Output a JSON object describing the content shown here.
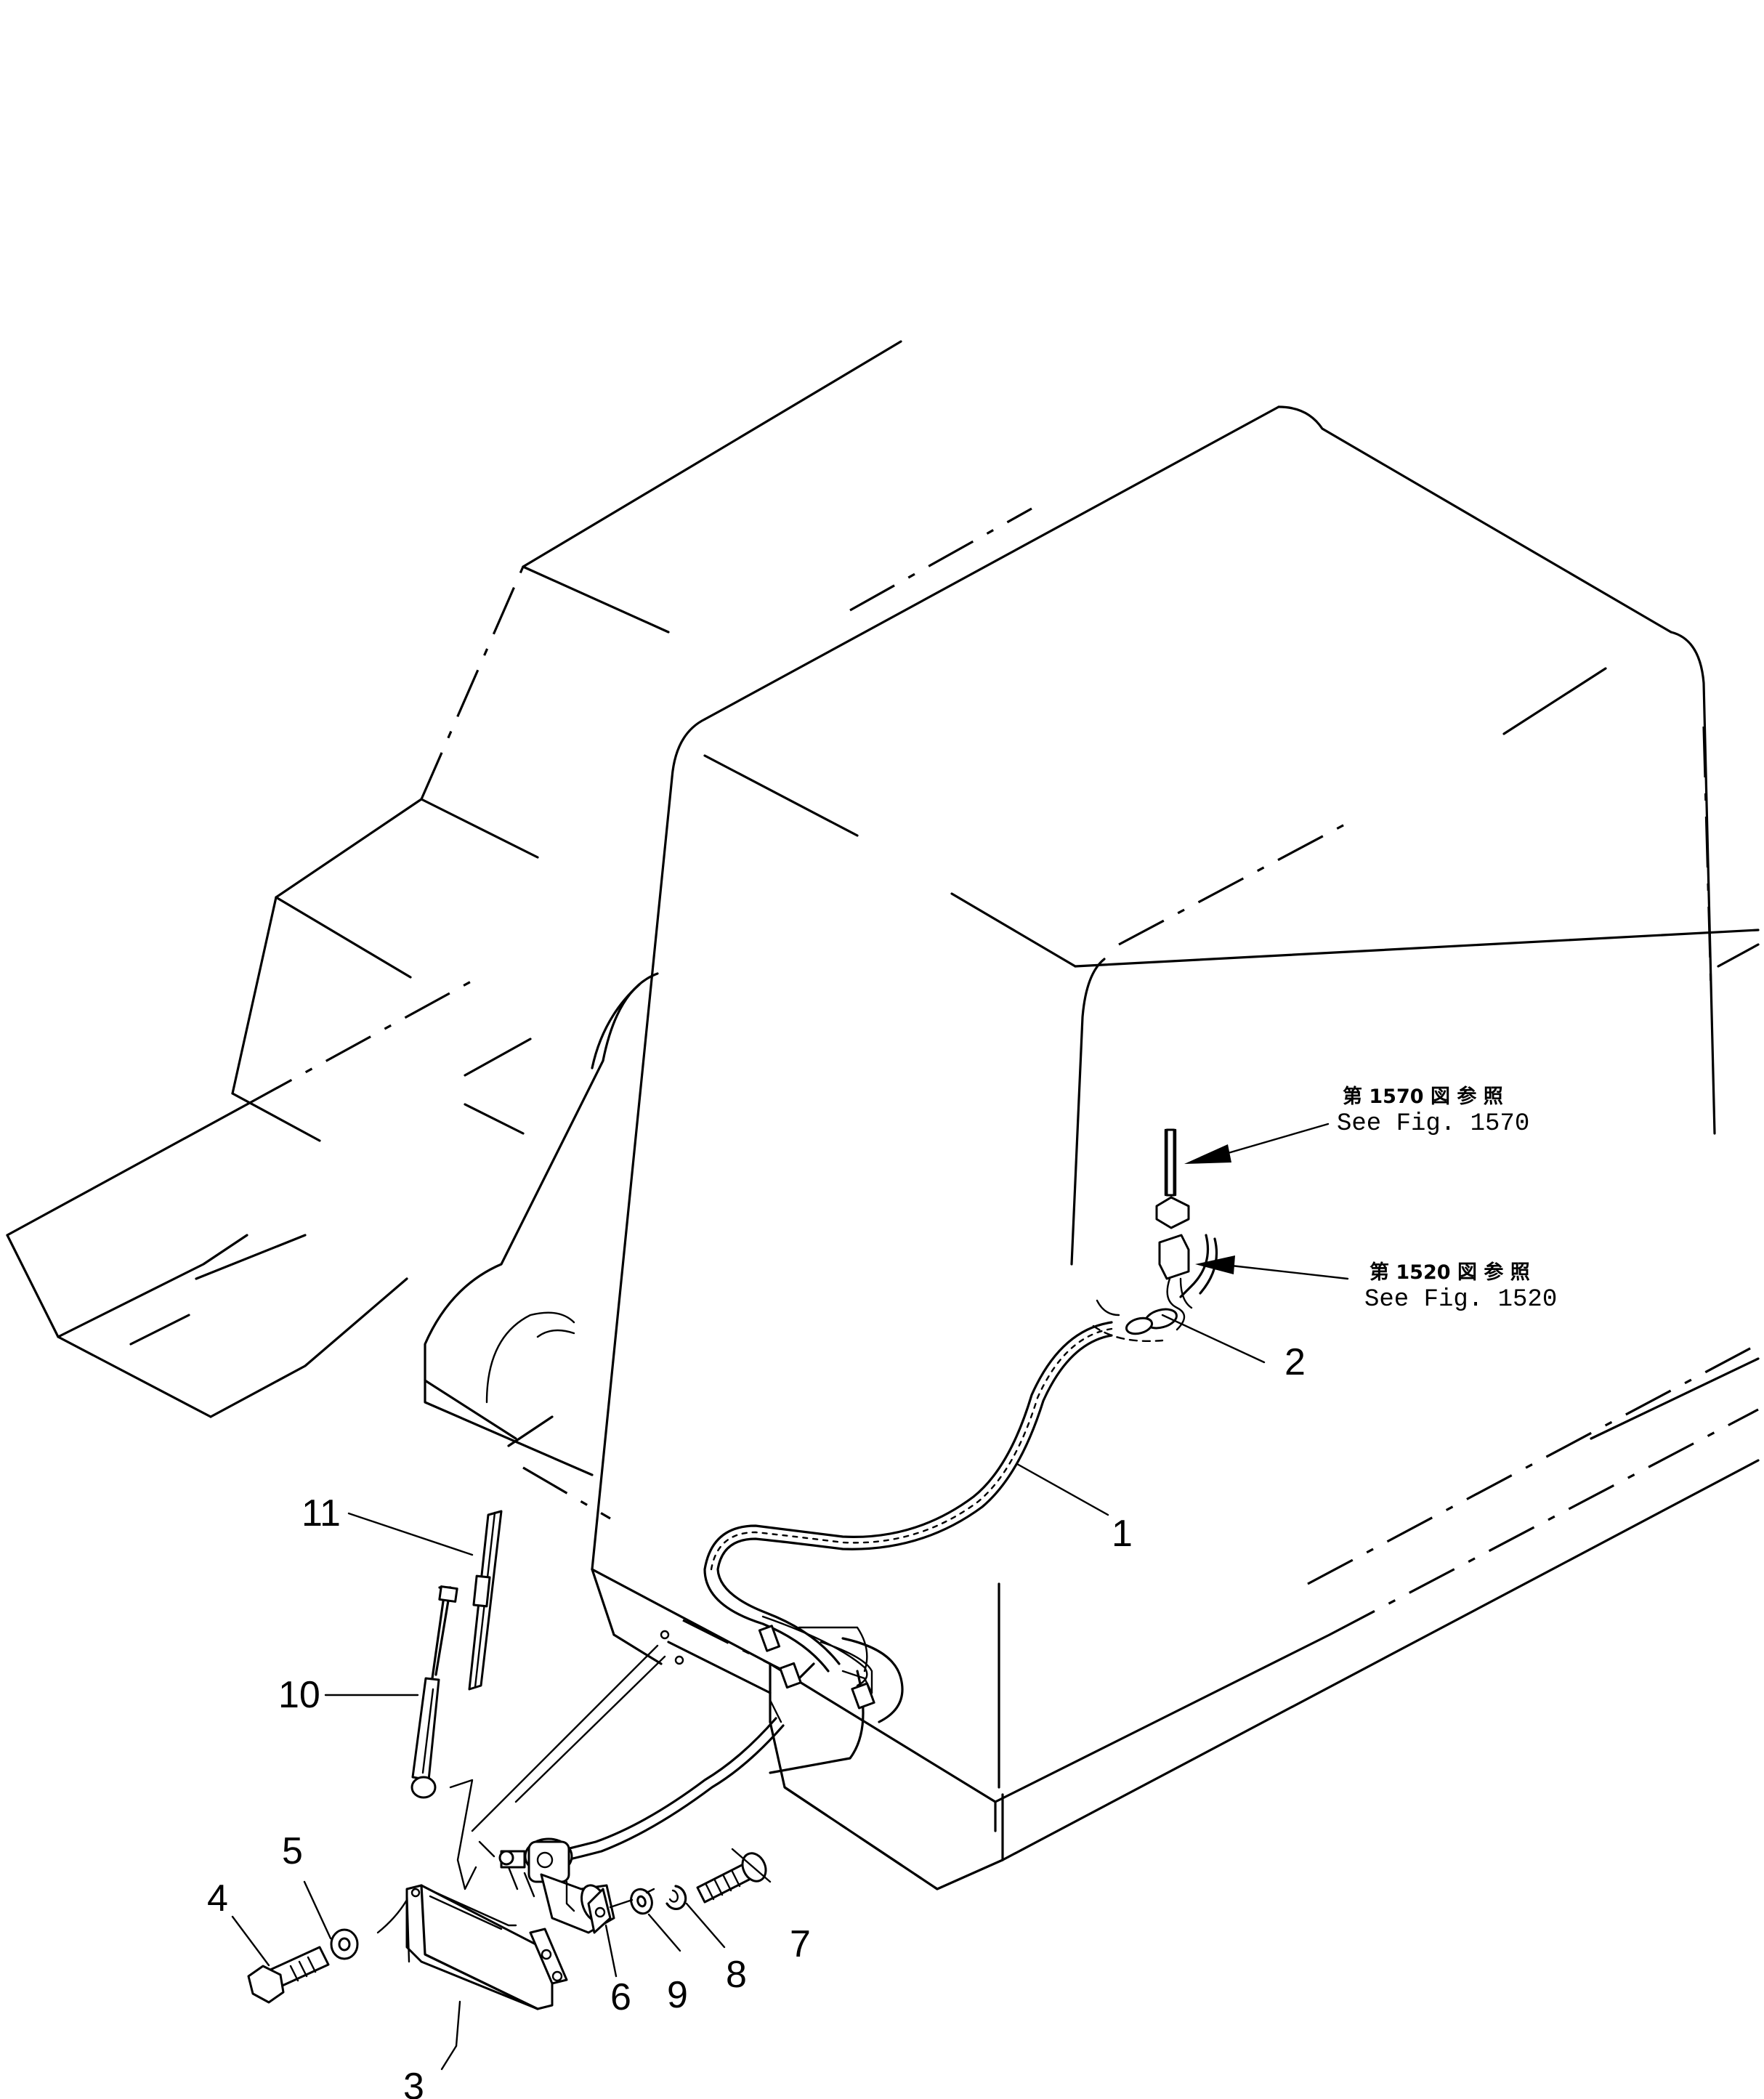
{
  "diagram": {
    "callouts": [
      "1",
      "2",
      "3",
      "4",
      "5",
      "6",
      "7",
      "8",
      "9",
      "10",
      "11"
    ],
    "references": [
      {
        "jp": "第 1570 図 参 照",
        "en": "See Fig. 1570"
      },
      {
        "jp": "第 1520 図 参 照",
        "en": "See Fig. 1520"
      }
    ]
  }
}
